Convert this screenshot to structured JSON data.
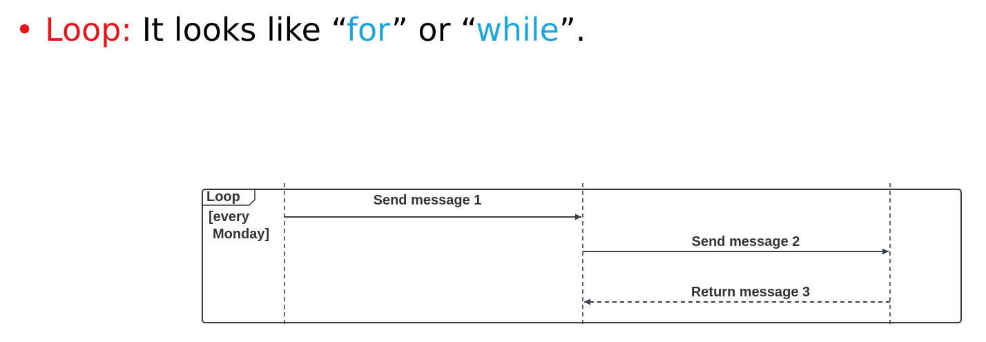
{
  "heading": {
    "bullet": "•",
    "keyword": "Loop:",
    "text_before": " It looks like “",
    "term1": "for",
    "text_middle": "” or “",
    "term2": "while",
    "text_after": "”.",
    "colors": {
      "keyword": "#e8161b",
      "terms": "#1ea6dc",
      "text": "#000000"
    }
  },
  "diagram": {
    "fragment": {
      "operator": "Loop",
      "guard_line1": "[every",
      "guard_line2": "Monday]"
    },
    "messages": [
      {
        "label": "Send message 1",
        "from": 0,
        "to": 1,
        "kind": "synchronous"
      },
      {
        "label": "Send message 2",
        "from": 1,
        "to": 2,
        "kind": "synchronous"
      },
      {
        "label": "Return message 3",
        "from": 2,
        "to": 1,
        "kind": "return"
      }
    ],
    "lifeline_count": 3,
    "colors": {
      "frame": "#3a3a3a",
      "lines": "#3a3f4a",
      "text": "#333333"
    }
  }
}
